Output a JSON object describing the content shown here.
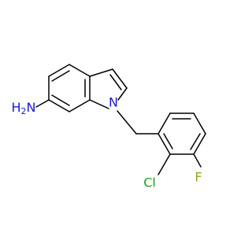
{
  "atoms": {
    "nitrogen_ring": {
      "text": "N",
      "color": "#1a1acd"
    },
    "amine": {
      "text": "H2N",
      "color": "#1a1acd",
      "main": "H",
      "sub": "2",
      "tail": "N"
    },
    "chlorine": {
      "text": "Cl",
      "color": "#1aa01a"
    },
    "fluorine": {
      "text": "F",
      "color": "#a0a01a"
    }
  },
  "colors": {
    "bond": "#000000",
    "background": "#ffffff"
  }
}
